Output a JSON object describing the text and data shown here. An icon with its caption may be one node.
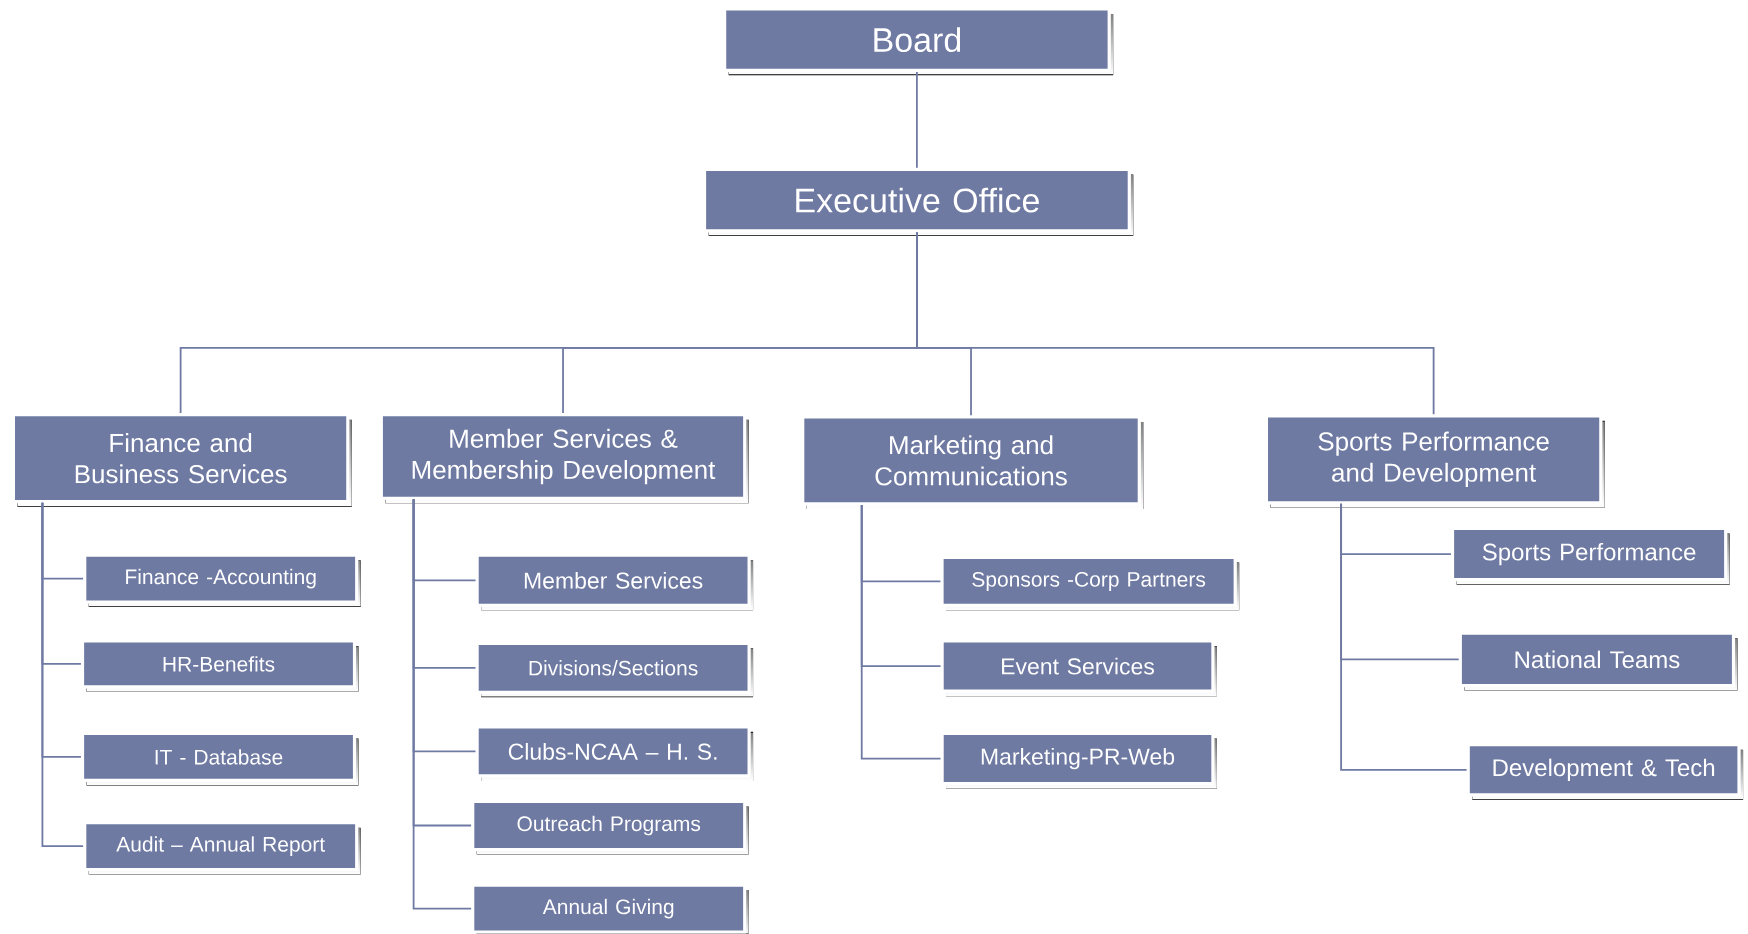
{
  "diagram": {
    "nodes": [
      {
        "text": [
          "Board"
        ]
      },
      {
        "text": [
          "Executive Office"
        ]
      },
      {
        "text": [
          "Finance and Business Services"
        ]
      },
      {
        "text": [
          "Member Services & Membership Development"
        ]
      },
      {
        "text": [
          "Marketing and Communications"
        ]
      },
      {
        "text": [
          "Sports Performance and Development"
        ]
      },
      {
        "text": [
          "Finance -Accounting"
        ]
      },
      {
        "text": [
          "HR-Benefits"
        ]
      },
      {
        "text": [
          "IT - Database"
        ]
      },
      {
        "text": [
          "Audit – Annual Report"
        ]
      },
      {
        "text": [
          "Member Services"
        ]
      },
      {
        "text": [
          "Divisions/Sections"
        ]
      },
      {
        "text": [
          "Clubs-NCAA – H. S."
        ]
      },
      {
        "text": [
          "Outreach Programs"
        ]
      },
      {
        "text": [
          "Annual Giving"
        ]
      },
      {
        "text": [
          "Sponsors -Corp Partners"
        ]
      },
      {
        "text": [
          "Event Services"
        ]
      },
      {
        "text": [
          "Marketing-PR-Web"
        ]
      },
      {
        "text": [
          "Sports Performance"
        ]
      },
      {
        "text": [
          "National Teams"
        ]
      },
      {
        "text": [
          "Development & Tech"
        ]
      }
    ],
    "edges": [
      {
        "from": 0,
        "to": 1,
        "arrow": "none"
      },
      {
        "from": 1,
        "to": 2,
        "arrow": "none"
      },
      {
        "from": 1,
        "to": 3,
        "arrow": "none"
      },
      {
        "from": 1,
        "to": 4,
        "arrow": "none"
      },
      {
        "from": 1,
        "to": 5,
        "arrow": "none"
      },
      {
        "from": 2,
        "to": 6,
        "arrow": "none"
      },
      {
        "from": 2,
        "to": 7,
        "arrow": "none"
      },
      {
        "from": 2,
        "to": 8,
        "arrow": "none"
      },
      {
        "from": 2,
        "to": 9,
        "arrow": "none"
      },
      {
        "from": 3,
        "to": 10,
        "arrow": "none"
      },
      {
        "from": 3,
        "to": 11,
        "arrow": "none"
      },
      {
        "from": 3,
        "to": 12,
        "arrow": "none"
      },
      {
        "from": 3,
        "to": 13,
        "arrow": "none"
      },
      {
        "from": 3,
        "to": 14,
        "arrow": "none"
      },
      {
        "from": 4,
        "to": 15,
        "arrow": "none"
      },
      {
        "from": 4,
        "to": 16,
        "arrow": "none"
      },
      {
        "from": 4,
        "to": 17,
        "arrow": "none"
      },
      {
        "from": 5,
        "to": 18,
        "arrow": "none"
      },
      {
        "from": 5,
        "to": 19,
        "arrow": "none"
      },
      {
        "from": 5,
        "to": 20,
        "arrow": "none"
      }
    ]
  }
}
